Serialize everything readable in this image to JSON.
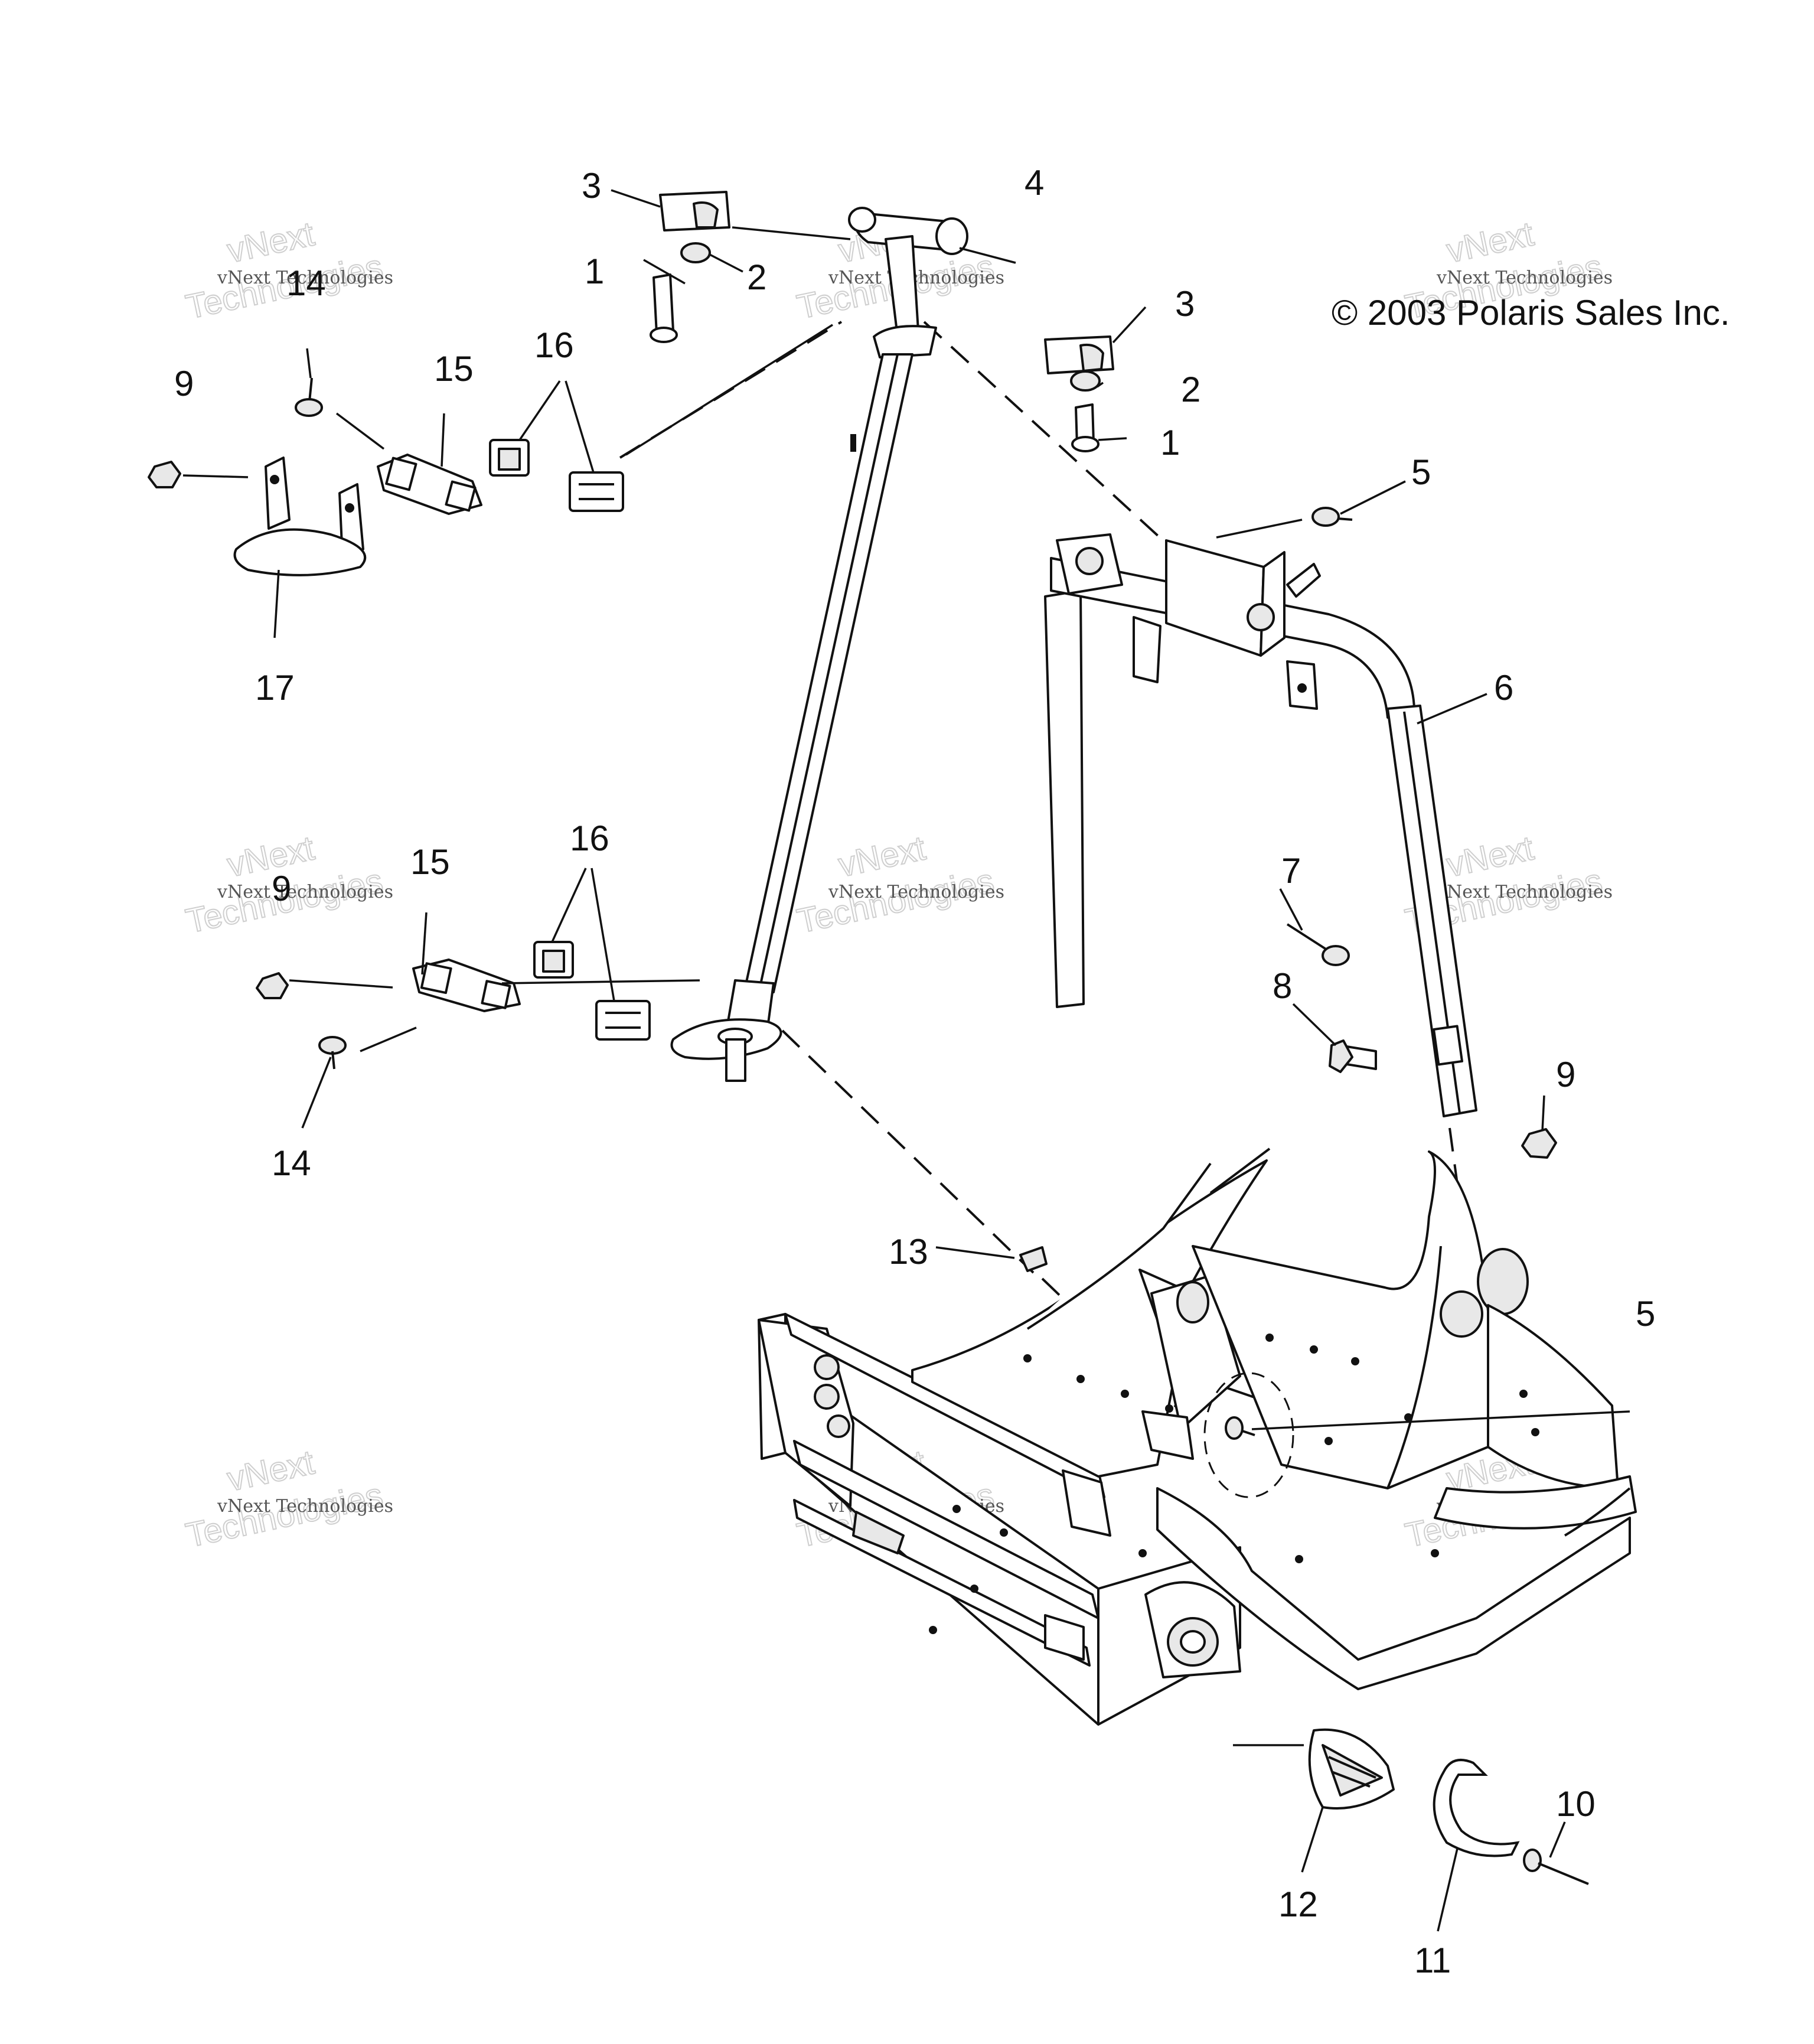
{
  "copyright": "© 2003 Polaris Sales Inc.",
  "watermark": {
    "brand": "vNext Technologies",
    "line1": "vNext",
    "line2": "Technologies"
  },
  "callouts": [
    "1",
    "1",
    "2",
    "2",
    "3",
    "3",
    "4",
    "5",
    "5",
    "6",
    "7",
    "8",
    "9",
    "9",
    "9",
    "10",
    "11",
    "12",
    "13",
    "14",
    "14",
    "15",
    "15",
    "16",
    "16",
    "17"
  ]
}
